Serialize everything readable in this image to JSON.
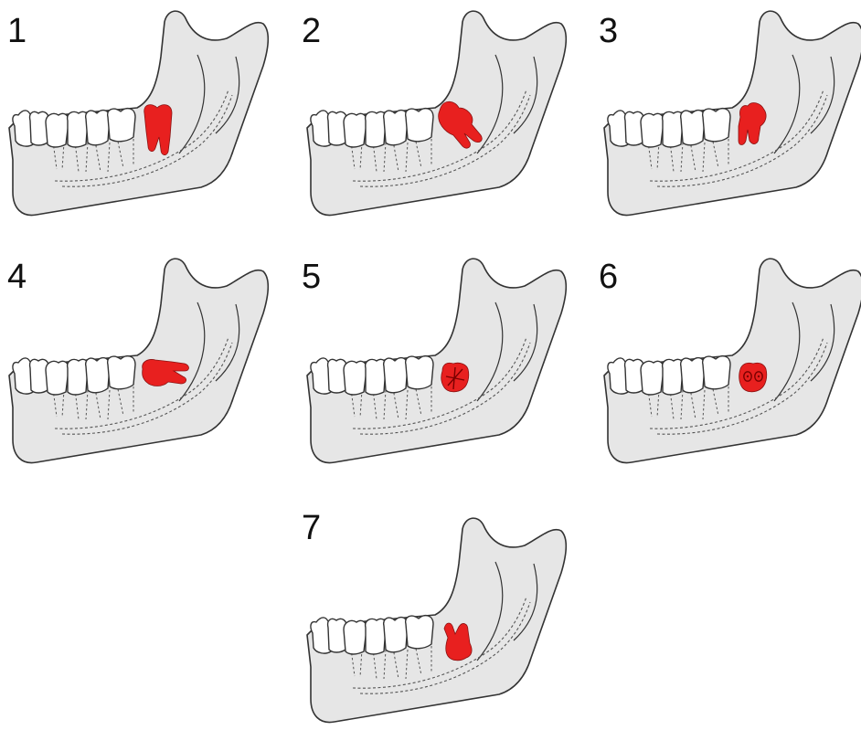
{
  "panels": [
    {
      "label": "1",
      "position": "vertical"
    },
    {
      "label": "2",
      "position": "mesioangular"
    },
    {
      "label": "3",
      "position": "distoangular"
    },
    {
      "label": "4",
      "position": "horizontal"
    },
    {
      "label": "5",
      "position": "buccolingual"
    },
    {
      "label": "6",
      "position": "buccolingual"
    },
    {
      "label": "7",
      "position": "inverted"
    }
  ],
  "colors": {
    "wisdom_tooth": "#e8201f",
    "jaw_fill": "#e6e6e6",
    "outline": "#333333",
    "background": "#ffffff"
  }
}
